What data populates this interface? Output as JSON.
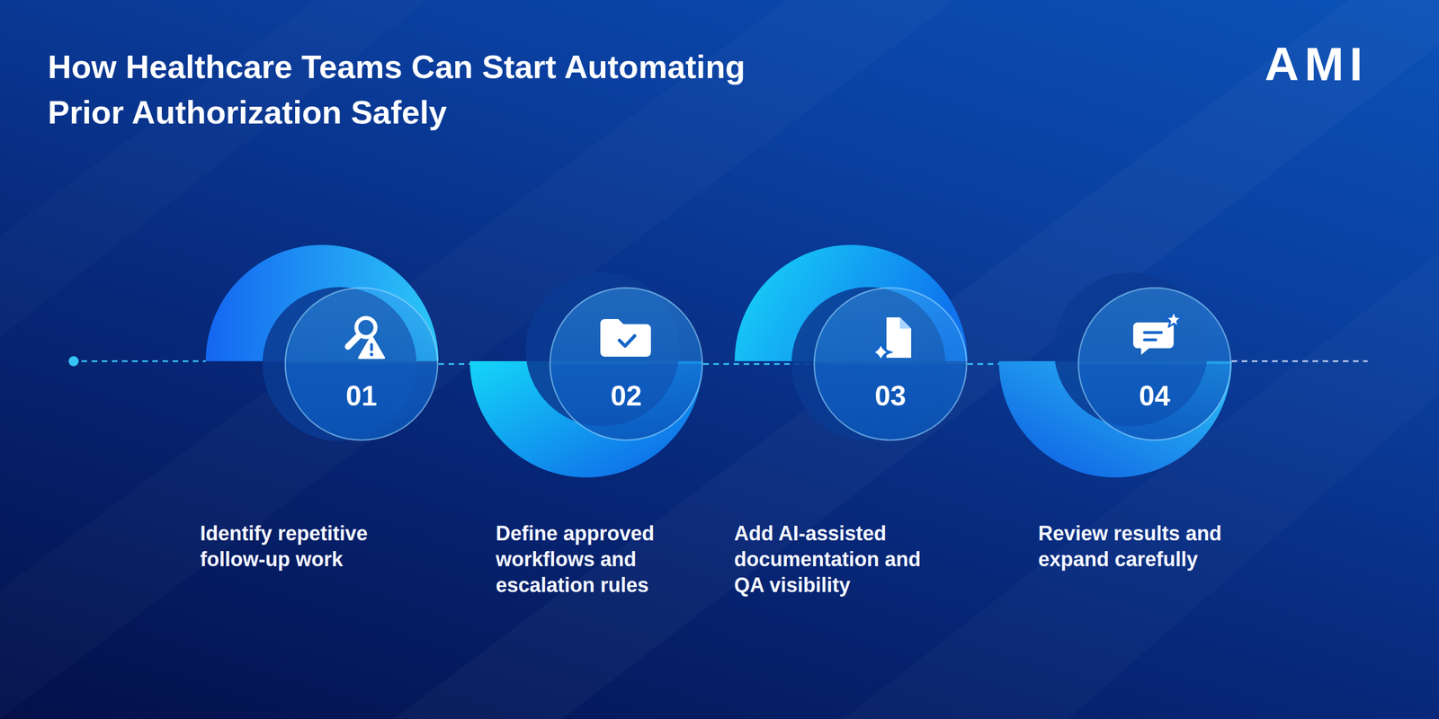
{
  "diagram": {
    "title": "How Healthcare Teams Can Start Automating Prior Authorization Safely",
    "nodes": [
      {
        "text": [
          "01",
          "Identify repetitive follow-up work"
        ]
      },
      {
        "text": [
          "02",
          "Define approved workflows and escalation rules"
        ]
      },
      {
        "text": [
          "03",
          "Add AI-assisted documentation and QA visibility"
        ]
      },
      {
        "text": [
          "04",
          "Review results and expand carefully"
        ]
      }
    ],
    "edges": [
      {
        "from": 0,
        "to": 1,
        "arrow": "none"
      },
      {
        "from": 1,
        "to": 2,
        "arrow": "none"
      },
      {
        "from": 2,
        "to": 3,
        "arrow": "none"
      }
    ],
    "labels": [
      "AMI"
    ]
  }
}
